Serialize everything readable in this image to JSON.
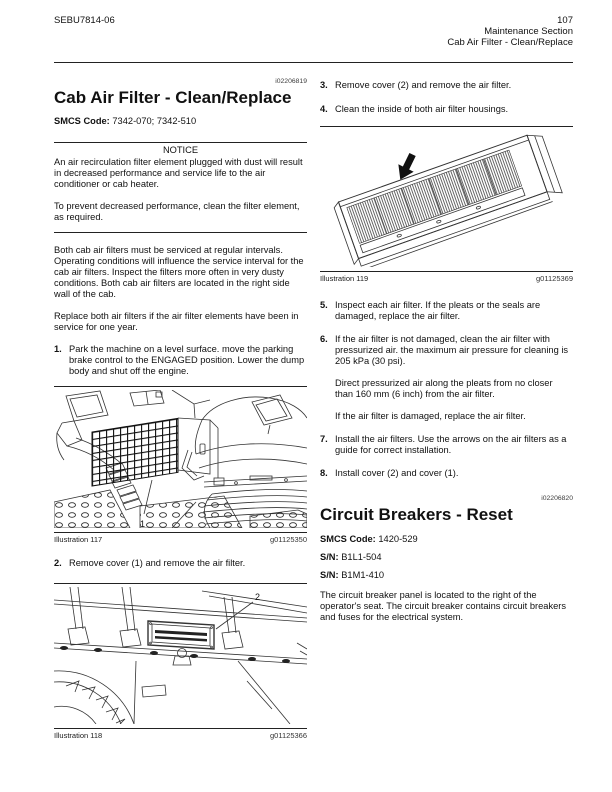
{
  "header": {
    "doc_code": "SEBU7814-06",
    "page_number": "107",
    "section": "Maintenance Section",
    "subsection": "Cab Air Filter - Clean/Replace"
  },
  "article1": {
    "id_code": "i02206819",
    "title": "Cab Air Filter - Clean/Replace",
    "smcs_label": "SMCS Code:",
    "smcs_value": "7342-070; 7342-510",
    "notice_label": "NOTICE",
    "notice_p1": "An air recirculation filter element plugged with dust will result in decreased performance and service life to the air conditioner or cab heater.",
    "notice_p2": "To prevent decreased performance, clean the filter element, as required.",
    "para1": "Both cab air filters must be serviced at regular intervals. Operating conditions will influence the service interval for the cab air filters. Inspect the filters more often in very dusty conditions. Both cab air filters are located in the right side wall of the cab.",
    "para2": "Replace both air filters if the air filter elements have been in service for one year.",
    "steps": [
      {
        "num": "1.",
        "text": "Park the machine on a level surface. move the parking brake control to the ENGAGED position. Lower the dump body and shut off the engine."
      },
      {
        "num": "2.",
        "text": "Remove cover (1) and remove the air filter."
      },
      {
        "num": "3.",
        "text": "Remove cover (2) and remove the air filter."
      },
      {
        "num": "4.",
        "text": "Clean the inside of both air filter housings."
      },
      {
        "num": "5.",
        "text": "Inspect each air filter. If the pleats or the seals are damaged, replace the air filter."
      },
      {
        "num": "6.",
        "text": "If the air filter is not damaged, clean the air filter with pressurized air. the maximum air pressure for cleaning is 205 kPa (30 psi)."
      },
      {
        "num": "7.",
        "text": "Install the air filters. Use the arrows on the air filters as a guide for correct installation."
      },
      {
        "num": "8.",
        "text": "Install cover (2) and cover (1)."
      }
    ],
    "step6_sub1": "Direct pressurized air along the pleats from no closer than 160 mm (6 inch) from the air filter.",
    "step6_sub2": "If the air filter is damaged, replace the air filter.",
    "illustrations": [
      {
        "label": "Illustration 117",
        "code": "g01125350",
        "callout": "1"
      },
      {
        "label": "Illustration 118",
        "code": "g01125366",
        "callout": "2"
      },
      {
        "label": "Illustration 119",
        "code": "g01125369"
      }
    ]
  },
  "article2": {
    "id_code": "i02206820",
    "title": "Circuit Breakers - Reset",
    "smcs_label": "SMCS Code:",
    "smcs_value": "1420-529",
    "sn_label_1": "S/N:",
    "sn_value_1": "B1L1-504",
    "sn_label_2": "S/N:",
    "sn_value_2": "B1M1-410",
    "para": "The circuit breaker panel is located to the right of the operator's seat. The circuit breaker contains circuit breakers and fuses for the electrical system."
  }
}
